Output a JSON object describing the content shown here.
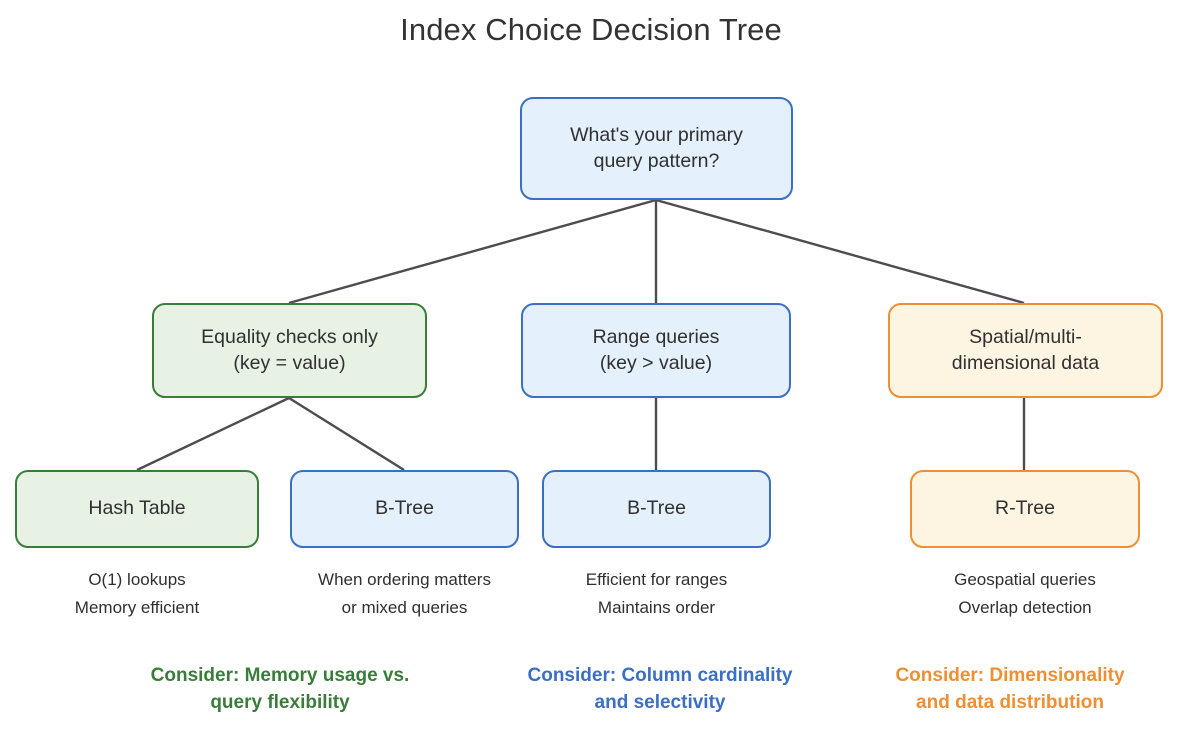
{
  "title": "Index Choice Decision Tree",
  "colors": {
    "blue_border": "#3b6fc4",
    "blue_fill": "#e4f0fb",
    "green_border": "#3a7d3a",
    "green_fill": "#e8f2e4",
    "orange_border": "#ef8f33",
    "orange_fill": "#fdf5e2",
    "edge": "#4d4d4d",
    "title_text": "#333333"
  },
  "nodes": {
    "root": "What's your primary\nquery pattern?",
    "branch_equality": "Equality checks only\n(key = value)",
    "branch_range": "Range queries\n(key > value)",
    "branch_spatial": "Spatial/multi-\ndimensional data",
    "leaf_hash": "Hash Table",
    "leaf_btree_left": "B-Tree",
    "leaf_btree_mid": "B-Tree",
    "leaf_rtree": "R-Tree"
  },
  "captions": {
    "hash": "O(1) lookups\nMemory efficient",
    "btree_left": "When ordering matters\nor mixed queries",
    "btree_mid": "Efficient for ranges\nMaintains order",
    "rtree": "Geospatial queries\nOverlap detection"
  },
  "considerations": {
    "green": "Consider: Memory usage vs.\nquery flexibility",
    "blue": "Consider: Column cardinality\nand selectivity",
    "orange": "Consider: Dimensionality\nand data distribution"
  }
}
